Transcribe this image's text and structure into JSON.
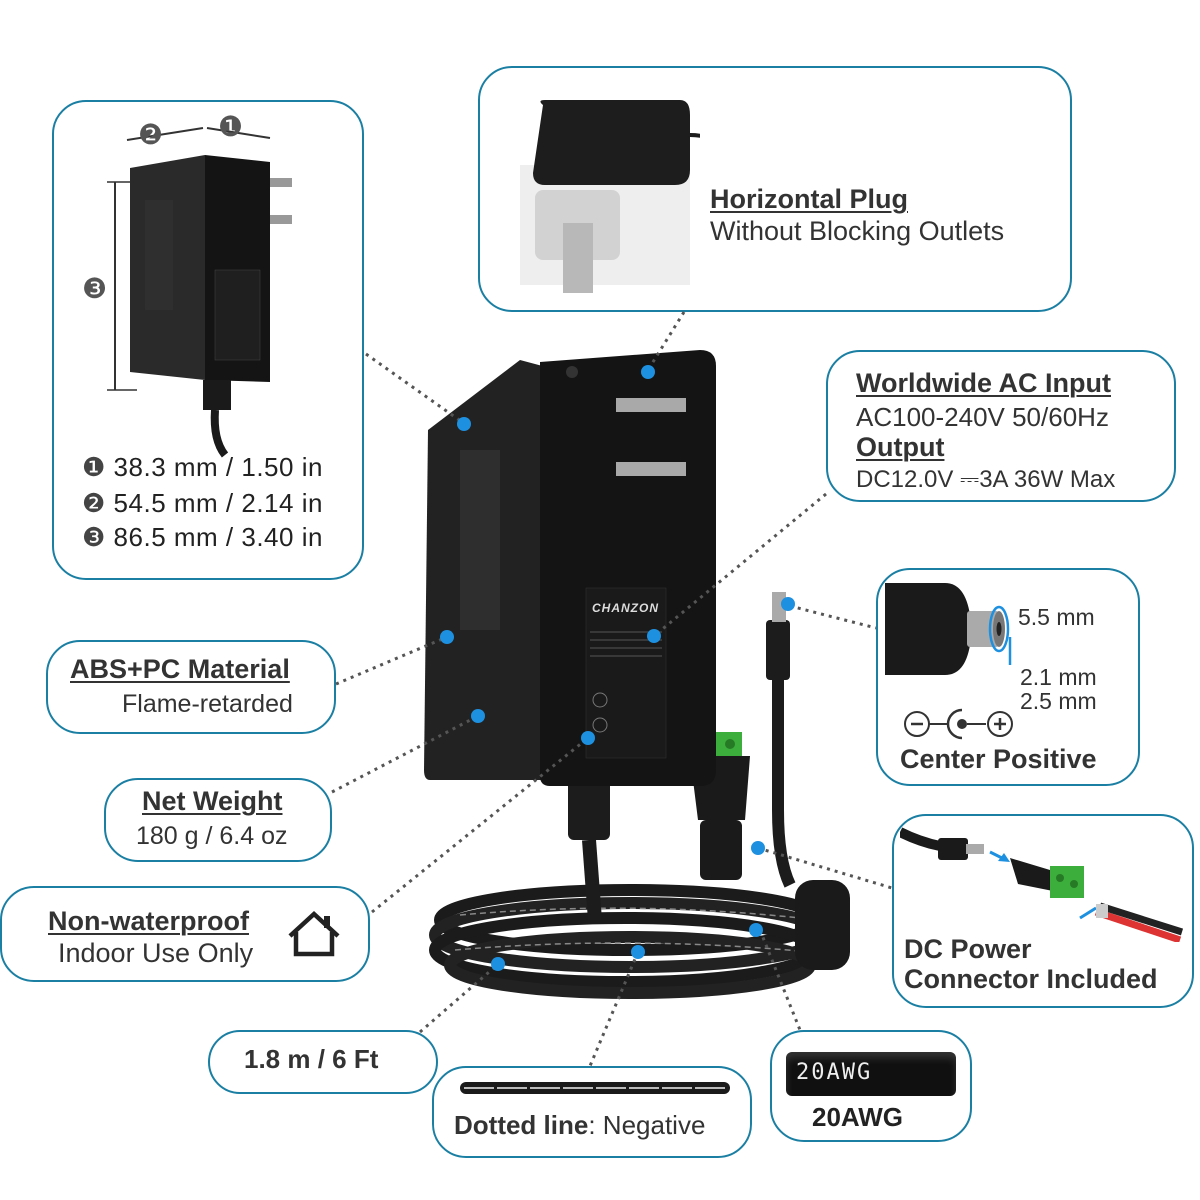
{
  "dimensions": {
    "items": [
      {
        "num": "❶",
        "value": "38.3 mm / 1.50 in"
      },
      {
        "num": "❷",
        "value": "54.5 mm / 2.14 in"
      },
      {
        "num": "❸",
        "value": "86.5 mm / 3.40 in"
      }
    ],
    "labels": [
      "❶",
      "❷",
      "❸"
    ]
  },
  "horizontal_plug": {
    "title": "Horizontal Plug",
    "subtitle": "Without Blocking Outlets"
  },
  "input_output": {
    "input_title": "Worldwide AC Input",
    "input_value": "AC100-240V 50/60Hz",
    "output_title": "Output",
    "output_value": "DC12.0V ⎓3A 36W Max"
  },
  "connector": {
    "outer": "5.5 mm",
    "inner1": "2.1 mm",
    "inner2": "2.5 mm",
    "polarity_label": "Center Positive"
  },
  "material": {
    "title": "ABS+PC Material",
    "subtitle": "Flame-retarded"
  },
  "weight": {
    "title": "Net Weight",
    "value": "180 g / 6.4 oz"
  },
  "waterproof": {
    "title": "Non-waterproof",
    "subtitle": "Indoor Use Only"
  },
  "dc_connector": {
    "line1": "DC Power",
    "line2": "Connector Included"
  },
  "cable_length": {
    "value": "1.8 m / 6 Ft"
  },
  "dotted_line": {
    "bold": "Dotted line",
    "rest": ": Negative"
  },
  "awg": {
    "label": "20AWG",
    "cable_text": "20AWG"
  },
  "brand": {
    "name": "CHANZON"
  },
  "colors": {
    "accent": "#1a7fa3",
    "dot": "#1e90e0",
    "device": "#1b1b1b"
  }
}
